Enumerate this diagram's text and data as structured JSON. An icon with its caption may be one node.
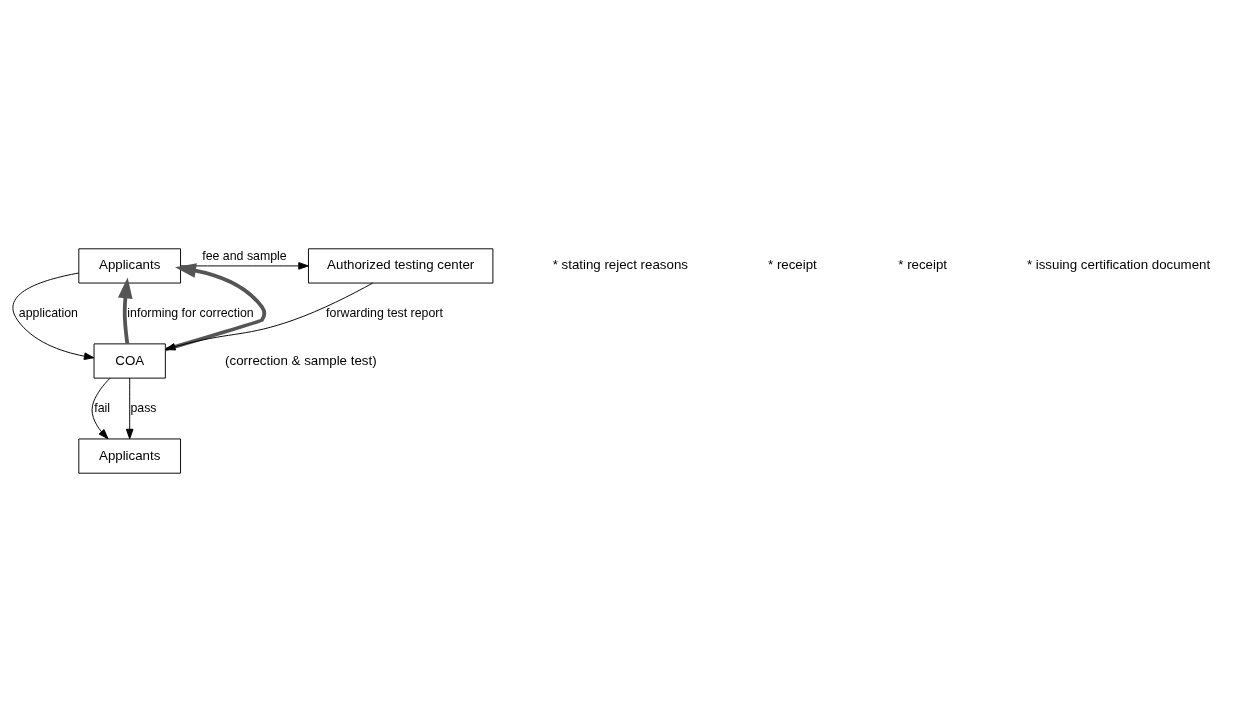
{
  "diagram": {
    "nodes": [
      {
        "text": [
          "Applicants"
        ]
      },
      {
        "text": [
          "COA"
        ]
      },
      {
        "text": [
          "Authorized testing center"
        ]
      },
      {
        "text": [
          "Applicants"
        ]
      }
    ],
    "edges": [
      {
        "from": 0,
        "to": 1,
        "arrow": "to",
        "label": "application"
      },
      {
        "from": 1,
        "to": 0,
        "arrow": "to",
        "label": "informing for correction",
        "style": "thick"
      },
      {
        "from": 1,
        "to": 0,
        "arrow": "to",
        "style": "thick"
      },
      {
        "from": 0,
        "to": 2,
        "arrow": "to",
        "label": "fee and sample"
      },
      {
        "from": 2,
        "to": 1,
        "arrow": "to",
        "label": "forwarding test report"
      },
      {
        "from": 1,
        "to": 3,
        "arrow": "to",
        "label": "fail"
      },
      {
        "from": 1,
        "to": 3,
        "arrow": "to",
        "label": "pass"
      }
    ],
    "labels": [
      "(correction & sample test)",
      "* stating reject reasons",
      "* receipt",
      "* receipt",
      "* issuing certification document"
    ]
  }
}
